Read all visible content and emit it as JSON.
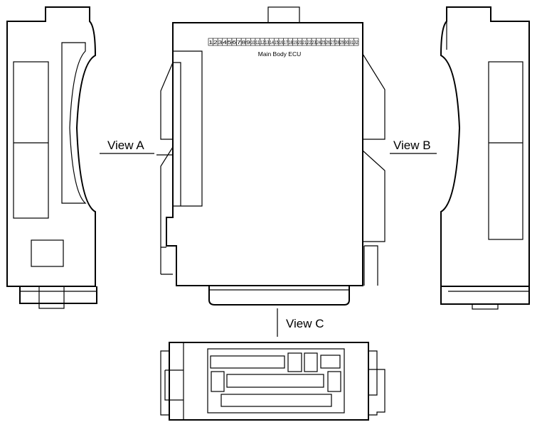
{
  "labels": {
    "view_a": "View A",
    "view_b": "View B",
    "view_c": "View C",
    "ecu_name": "Main Body ECU"
  },
  "pins": [
    "1",
    "2",
    "3",
    "4",
    "5",
    "6",
    "7",
    "8",
    "9",
    "10",
    "11",
    "12",
    "13",
    "14",
    "15",
    "16",
    "17",
    "18",
    "19",
    "20",
    "21",
    "22",
    "23",
    "24",
    "25",
    "26",
    "27",
    "28",
    "29",
    "30",
    "31",
    "32"
  ]
}
